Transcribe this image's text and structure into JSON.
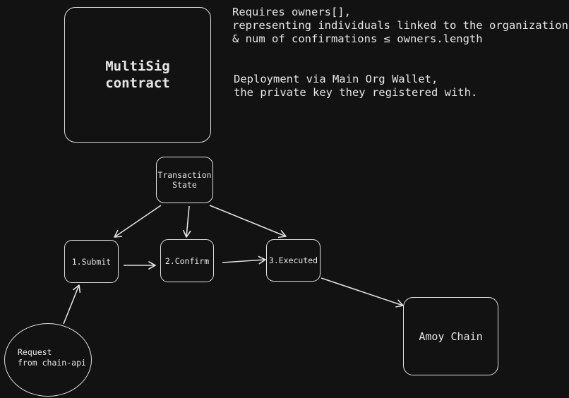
{
  "colors": {
    "background": "#121212",
    "stroke": "#e0e0e0",
    "text": "#e6e6e6"
  },
  "nodes": {
    "multisig": "MultiSig\ncontract",
    "transaction_state": "Transaction\nState",
    "submit": "1.Submit",
    "confirm": "2.Confirm",
    "executed": "3.Executed",
    "amoy_chain": "Amoy Chain",
    "request": "Request\nfrom chain-api"
  },
  "notes": {
    "owners": "Requires owners[],\nrepresenting individuals linked to the organization\n& num of confirmations ≤ owners.length",
    "deployment": "Deployment via Main Org Wallet,\nthe private key they registered with."
  }
}
